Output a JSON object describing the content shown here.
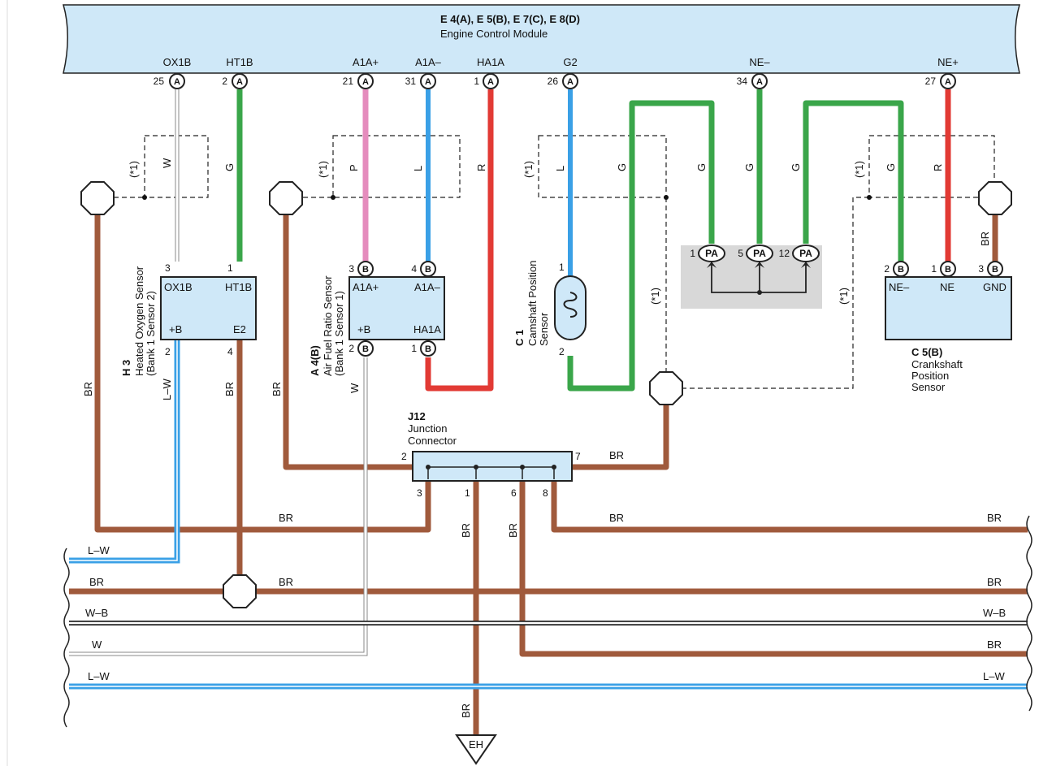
{
  "ecm": {
    "title": "E 4(A), E 5(B), E 7(C), E 8(D)",
    "subtitle": "Engine Control Module"
  },
  "ecm_terminals": [
    {
      "name": "OX1B",
      "num": "25",
      "conn": "A"
    },
    {
      "name": "HT1B",
      "num": "2",
      "conn": "A"
    },
    {
      "name": "A1A+",
      "num": "21",
      "conn": "A"
    },
    {
      "name": "A1A–",
      "num": "31",
      "conn": "A"
    },
    {
      "name": "HA1A",
      "num": "1",
      "conn": "A"
    },
    {
      "name": "G2",
      "num": "26",
      "conn": "A"
    },
    {
      "name": "NE–",
      "num": "34",
      "conn": "A"
    },
    {
      "name": "NE+",
      "num": "27",
      "conn": "A"
    }
  ],
  "wire_colors": {
    "W": "W",
    "G": "G",
    "P": "P",
    "L": "L",
    "R": "R",
    "BR": "BR",
    "LW": "L–W",
    "WB": "W–B",
    "shield": "(*1)"
  },
  "h3": {
    "id": "H 3",
    "name": "Heated Oxygen Sensor",
    "sub": "(Bank 1 Sensor 2)",
    "pins": {
      "ox1b": "OX1B",
      "ht1b": "HT1B",
      "b": "+B",
      "e2": "E2"
    },
    "nums": {
      "p3": "3",
      "p1": "1",
      "p2": "2",
      "p4": "4"
    }
  },
  "a4": {
    "id": "A 4(B)",
    "name": "Air Fuel Ratio Sensor",
    "sub": "(Bank 1 Sensor 1)",
    "pins": {
      "a1ap": "A1A+",
      "a1am": "A1A–",
      "b": "+B",
      "ha1a": "HA1A"
    },
    "nums": {
      "p3": "3",
      "p4": "4",
      "p2": "2",
      "p1": "1"
    },
    "conn": "B"
  },
  "c1": {
    "id": "C 1",
    "name": "Camshaft Position",
    "sub": "Sensor",
    "nums": {
      "p1": "1",
      "p2": "2"
    }
  },
  "pa": {
    "conn": "PA",
    "nums": [
      "1",
      "5",
      "12"
    ]
  },
  "c5": {
    "id": "C 5(B)",
    "name1": "Crankshaft",
    "name2": "Position",
    "name3": "Sensor",
    "pins": {
      "nem": "NE–",
      "ne": "NE",
      "gnd": "GND"
    },
    "nums": {
      "p2": "2",
      "p1": "1",
      "p3": "3"
    },
    "conn": "B"
  },
  "j12": {
    "id": "J12",
    "name1": "Junction",
    "name2": "Connector",
    "nums": {
      "p2": "2",
      "p7": "7",
      "p3": "3",
      "p1": "1",
      "p6": "6",
      "p8": "8"
    }
  },
  "ground": {
    "label": "EH"
  }
}
